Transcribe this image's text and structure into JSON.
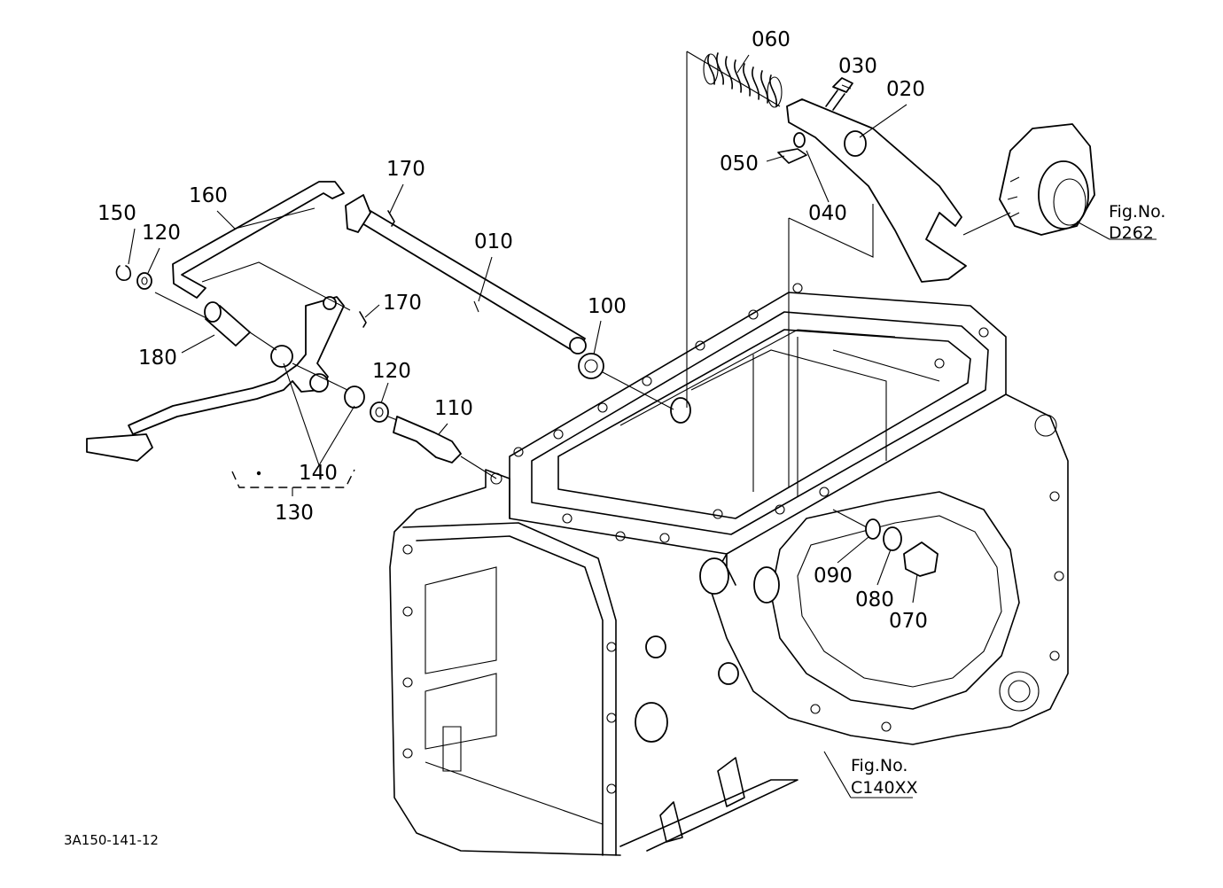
{
  "diagram": {
    "part_labels": {
      "p010": "010",
      "p020": "020",
      "p030": "030",
      "p040": "040",
      "p050": "050",
      "p060": "060",
      "p070": "070",
      "p080": "080",
      "p090": "090",
      "p100": "100",
      "p110": "110",
      "p120a": "120",
      "p120b": "120",
      "p130": "130",
      "p140": "140",
      "p150": "150",
      "p160": "160",
      "p170a": "170",
      "p170b": "170",
      "p180": "180"
    },
    "references": {
      "d262_label": "Fig.No.",
      "d262_code": "D262",
      "c140_label": "Fig.No.",
      "c140_code": "C140XX"
    },
    "drawing_code": "3A150-141-12"
  }
}
